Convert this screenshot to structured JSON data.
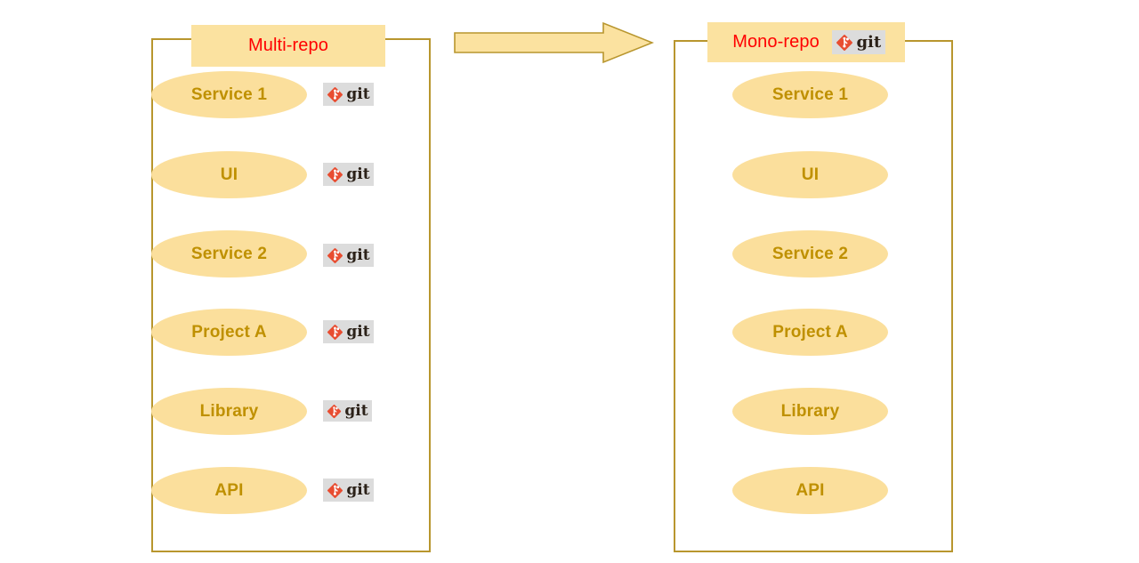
{
  "diagram": {
    "title_left": "Multi-repo",
    "title_right": "Mono-repo",
    "arrow_name": "transition-arrow",
    "colors": {
      "panel_border": "#b8962e",
      "banner_fill": "#fbe2a0",
      "banner_text": "#ff0000",
      "ellipse_fill": "#fbdf9c",
      "ellipse_text": "#bf9000",
      "arrow_fill": "#fbe2a0",
      "arrow_stroke": "#b8962e",
      "git_badge_bg": "#dcdcdc",
      "git_mark": "#e84d31",
      "git_word": "#2b2118",
      "background": "#ffffff"
    },
    "git_label": "git"
  },
  "left_panel": {
    "header": "Multi-repo",
    "repos": [
      {
        "label": "Service 1",
        "has_git": true
      },
      {
        "label": "UI",
        "has_git": true
      },
      {
        "label": "Service 2",
        "has_git": true
      },
      {
        "label": "Project A",
        "has_git": true
      },
      {
        "label": "Library",
        "has_git": true
      },
      {
        "label": "API",
        "has_git": true
      }
    ]
  },
  "right_panel": {
    "header": "Mono-repo",
    "header_has_git": true,
    "repos": [
      {
        "label": "Service 1",
        "has_git": false
      },
      {
        "label": "UI",
        "has_git": false
      },
      {
        "label": "Service 2",
        "has_git": false
      },
      {
        "label": "Project A",
        "has_git": false
      },
      {
        "label": "Library",
        "has_git": false
      },
      {
        "label": "API",
        "has_git": false
      }
    ]
  }
}
